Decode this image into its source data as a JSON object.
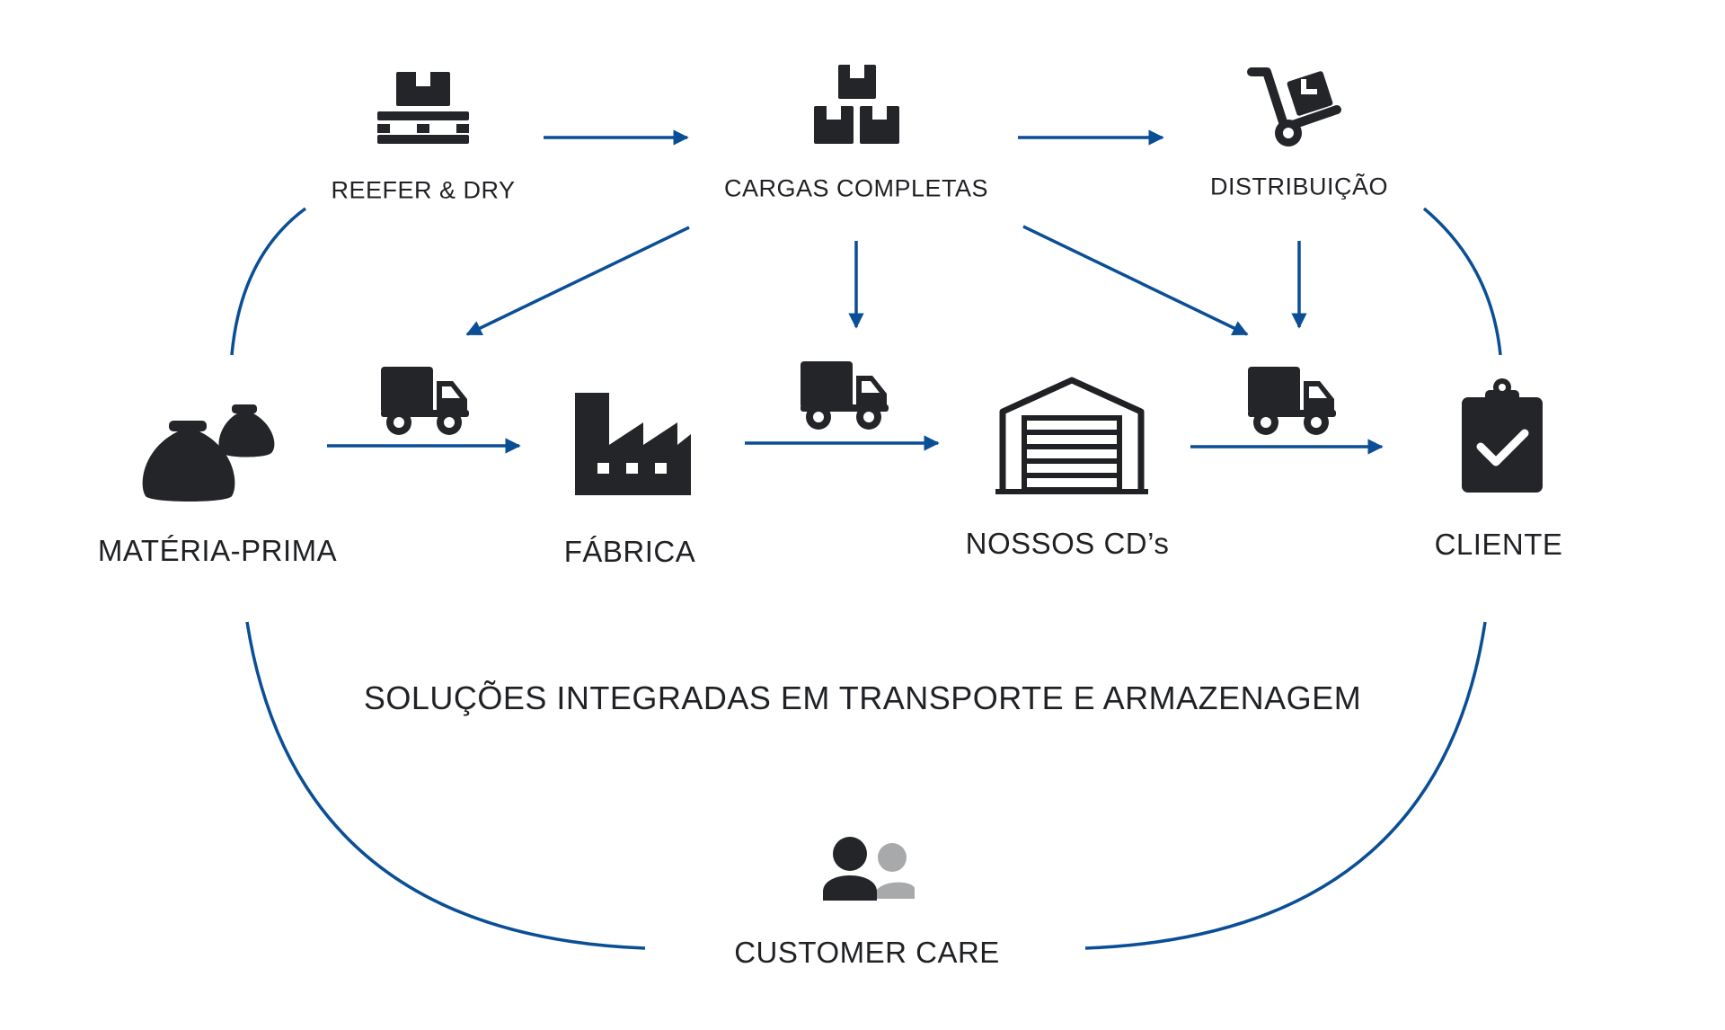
{
  "diagram": {
    "nodes": {
      "reefer_dry": "REEFER & DRY",
      "cargas_completas": "CARGAS COMPLETAS",
      "distribuicao": "DISTRIBUIÇÃO",
      "materia_prima": "MATÉRIA-PRIMA",
      "fabrica": "FÁBRICA",
      "nossos_cds": "NOSSOS CD’s",
      "cliente": "CLIENTE",
      "customer_care": "CUSTOMER CARE"
    },
    "center_caption": "SOLUÇÕES INTEGRADAS EM TRANSPORTE E ARMAZENAGEM",
    "colors": {
      "arrow": "#0a4f96",
      "icon": "#232529",
      "icon_secondary": "#a8a9ab",
      "text": "#1f2124"
    },
    "icons": {
      "reefer_dry": "pallet-box-icon",
      "cargas_completas": "stacked-boxes-icon",
      "distribuicao": "hand-truck-icon",
      "materia_prima": "sacks-icon",
      "fabrica": "factory-icon",
      "nossos_cds": "warehouse-icon",
      "cliente": "clipboard-check-icon",
      "customer_care": "users-icon",
      "transport": "truck-icon"
    }
  }
}
